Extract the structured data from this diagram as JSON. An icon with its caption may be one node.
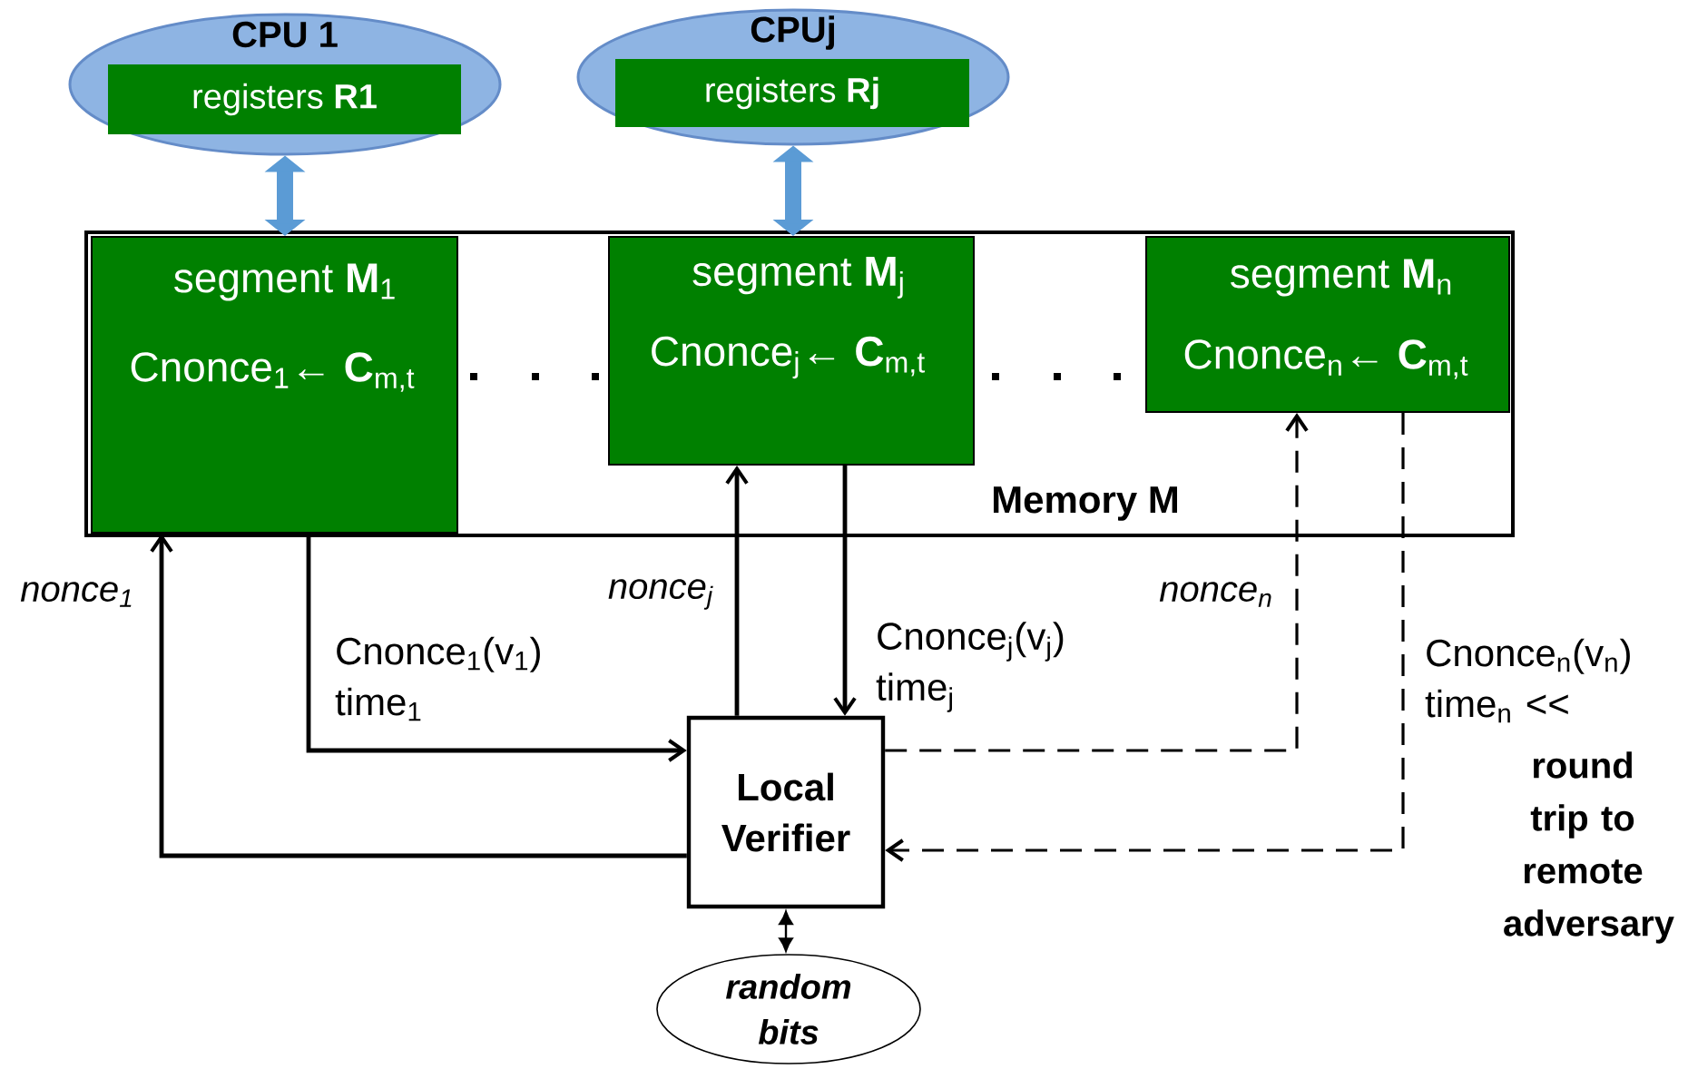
{
  "diagram": {
    "nodes": [
      {
        "text": [
          "CPU 1"
        ]
      },
      {
        "text": [
          "registers **R1**"
        ],
        "in": 0
      },
      {
        "text": [
          "CPUj"
        ]
      },
      {
        "text": [
          "registers **Rj**"
        ],
        "in": 2
      },
      {
        "text": [
          "Memory M"
        ]
      },
      {
        "text": [
          "segment **M**$_{1}$",
          "Cnonce$_{1}$← **C**$_{m,t}$"
        ],
        "in": 4
      },
      {
        "text": [
          "segment **M**$_{j}$",
          "Cnonce$_{j}$← **C**$_{m,t}$"
        ],
        "in": 4
      },
      {
        "text": [
          "segment **M**$_{n}$",
          "Cnonce$_{n}$← **C**$_{m,t}$"
        ],
        "in": 4
      },
      {
        "text": [
          "Local Verifier"
        ]
      },
      {
        "text": [
          "random bits"
        ]
      }
    ],
    "edges": [
      {
        "from": 0,
        "to": 5,
        "arrow": "both",
        "style": "thick",
        "color": "#5b9bd5"
      },
      {
        "from": 2,
        "to": 6,
        "arrow": "both",
        "style": "thick",
        "color": "#5b9bd5"
      },
      {
        "from": 8,
        "to": 5,
        "arrow": "to",
        "label": "nonce$_{1}$"
      },
      {
        "from": 5,
        "to": 8,
        "arrow": "to",
        "label": "Cnonce$_{1}$(v$_{1}$) time$_{1}$"
      },
      {
        "from": 8,
        "to": 6,
        "arrow": "to",
        "label": "nonce$_{j}$"
      },
      {
        "from": 6,
        "to": 8,
        "arrow": "to",
        "label": "Cnonce$_{j}$(v$_{j}$) time$_{j}$"
      },
      {
        "from": 8,
        "to": 7,
        "arrow": "to",
        "style": "dashed",
        "label": "nonce$_{n}$"
      },
      {
        "from": 7,
        "to": 8,
        "arrow": "to",
        "style": "dashed",
        "label": "Cnonce$_{n}$(v$_{n}$) time$_{n}$ <<"
      },
      {
        "from": 8,
        "to": 9,
        "arrow": "both"
      }
    ],
    "labels": [
      "round trip to remote adversary"
    ]
  }
}
